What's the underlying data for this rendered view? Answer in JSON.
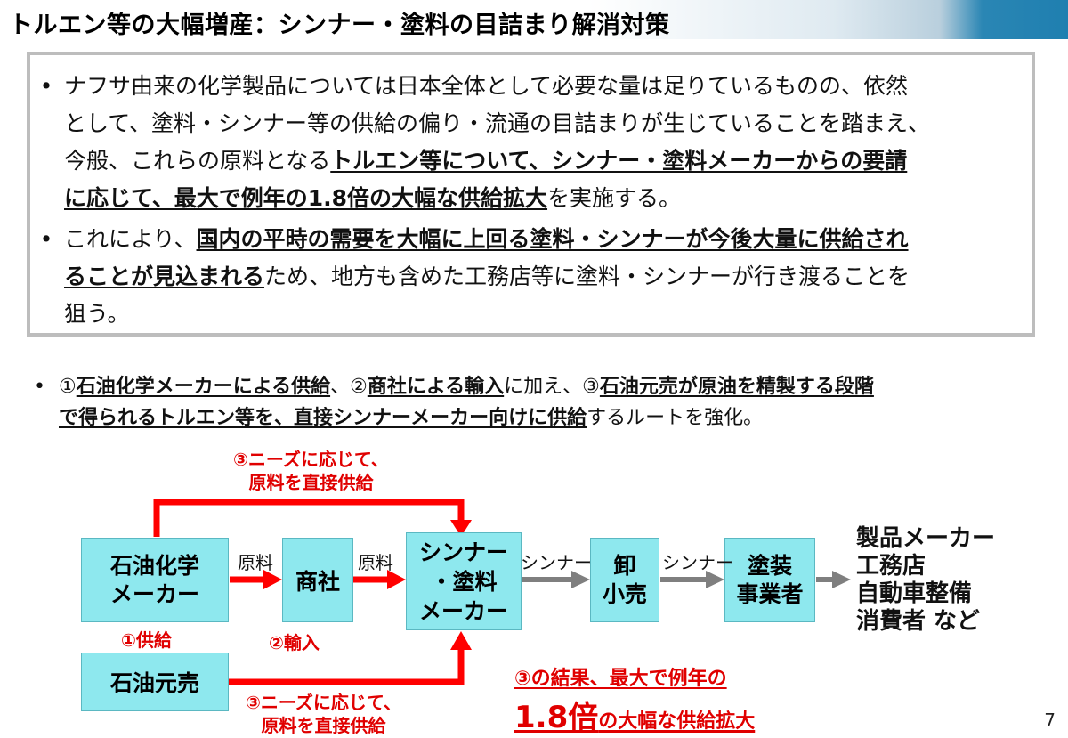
{
  "page": {
    "title": "トルエン等の大幅増産：シンナー・塗料の目詰まり解消対策",
    "page_number": "7"
  },
  "summary": {
    "bullet1": {
      "l1": "ナフサ由来の化学製品については日本全体として必要な量は足りているものの、依然",
      "l2": "として、塗料・シンナー等の供給の偏り・流通の目詰まりが生じていることを踏まえ、",
      "l3_plain": "今般、これらの原料となる",
      "l3_bold": "トルエン等について、シンナー・塗料メーカーからの要請",
      "l4_bold": "に応じて、最大で例年の1.8倍の大幅な供給拡大",
      "l4_plain": "を実施する。"
    },
    "bullet2": {
      "l1_plain": "これにより、",
      "l1_bold": "国内の平時の需要を大幅に上回る塗料・シンナーが今後大量に供給され",
      "l2_bold": "ることが見込まれる",
      "l2_plain": "ため、地方も含めた工務店等に塗料・シンナーが行き渡ることを",
      "l3": "狙う。"
    }
  },
  "route": {
    "a1": "①",
    "b1": "石油化学メーカーによる供給",
    "sep1": "、②",
    "b2": "商社による輸入",
    "mid": "に加え、③",
    "b3": "石油元売が原油を精製する段階",
    "b4": "で得られるトルエン等を、直接シンナーメーカー向けに供給",
    "tail": "するルートを強化。"
  },
  "flow": {
    "boxes": {
      "petrochem": [
        "石油化学",
        "メーカー"
      ],
      "trading": [
        "商社"
      ],
      "maker": [
        "シンナー",
        "・塗料",
        "メーカー"
      ],
      "wholesale": [
        "卸",
        "小売"
      ],
      "painter": [
        "塗装",
        "事業者"
      ],
      "refiner": [
        "石油元売"
      ]
    },
    "labels": {
      "raw1": "原料",
      "raw2": "原料",
      "thinner1": "シンナー",
      "thinner2": "シンナー"
    },
    "red": {
      "top_l1": "③ニーズに応じて、",
      "top_l2": "原料を直接供給",
      "supply": "①供給",
      "import": "②輸入",
      "bottom_l1": "③ニーズに応じて、",
      "bottom_l2": "原料を直接供給"
    },
    "destinations": [
      "製品メーカー",
      "工務店",
      "自動車整備",
      "消費者 など"
    ],
    "result": {
      "l1": "③の結果、最大で例年の",
      "l2_big": "1.8倍",
      "l2_small": "の大幅な供給拡大"
    },
    "colors": {
      "red_arrow": "#ff0000",
      "gray_arrow": "#7f7f7f",
      "box_fill": "#8ee8ee"
    }
  }
}
